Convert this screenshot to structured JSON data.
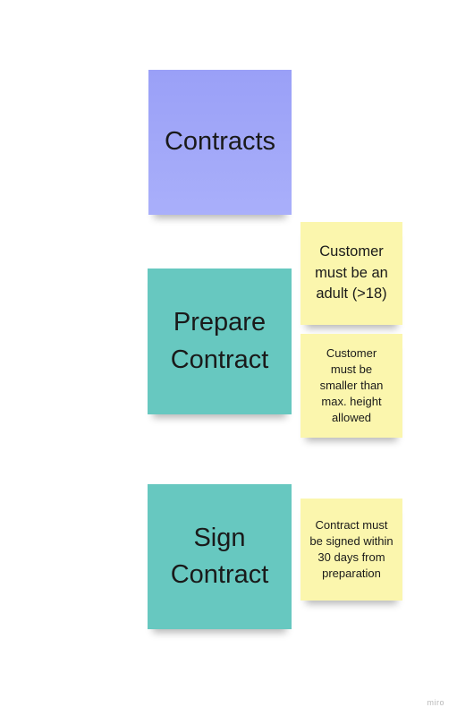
{
  "board": {
    "stickies": {
      "contracts": {
        "text": "Contracts",
        "color": "#9ea4f8"
      },
      "prepare_contract": {
        "text": "Prepare Contract",
        "color": "#67c8c0"
      },
      "sign_contract": {
        "text": "Sign Contract",
        "color": "#67c8c0"
      },
      "rule_adult": {
        "text": "Customer must be an adult (>18)",
        "color": "#fbf6ad"
      },
      "rule_height": {
        "text": "Customer must be smaller than max. height allowed",
        "color": "#fbf6ad"
      },
      "rule_30_days": {
        "text": "Contract must be signed within 30 days from preparation",
        "color": "#fbf6ad"
      }
    },
    "watermark": "miro"
  }
}
